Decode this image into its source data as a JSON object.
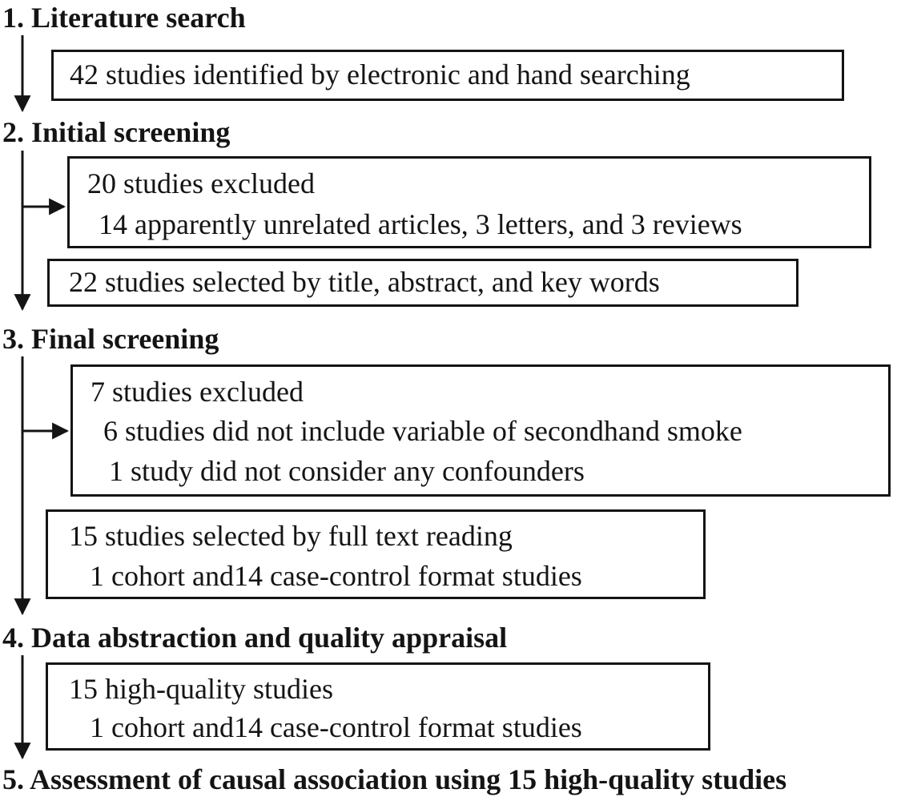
{
  "steps": [
    {
      "title": "1. Literature search",
      "boxes": [
        {
          "lines": [
            "42 studies identified by electronic and hand searching"
          ]
        }
      ]
    },
    {
      "title": "2. Initial screening",
      "boxes": [
        {
          "lines": [
            "20 studies excluded",
            "14 apparently  unrelated articles, 3 letters, and 3 reviews"
          ]
        },
        {
          "lines": [
            "22 studies selected by title, abstract, and key  words"
          ]
        }
      ]
    },
    {
      "title": "3. Final screening",
      "boxes": [
        {
          "lines": [
            "7 studies excluded",
            "6 studies did not include variable of secondhand smoke",
            "1 study did not consider any confounders"
          ]
        },
        {
          "lines": [
            "15 studies selected by  full text reading",
            "1 cohort and14 case-control format studies"
          ]
        }
      ]
    },
    {
      "title": "4. Data abstraction and quality appraisal",
      "boxes": [
        {
          "lines": [
            "15 high-quality  studies",
            "1 cohort and14 case-control format studies"
          ]
        }
      ]
    },
    {
      "title": "5. Assessment of causal  association using 15 high-quality studies"
    }
  ]
}
